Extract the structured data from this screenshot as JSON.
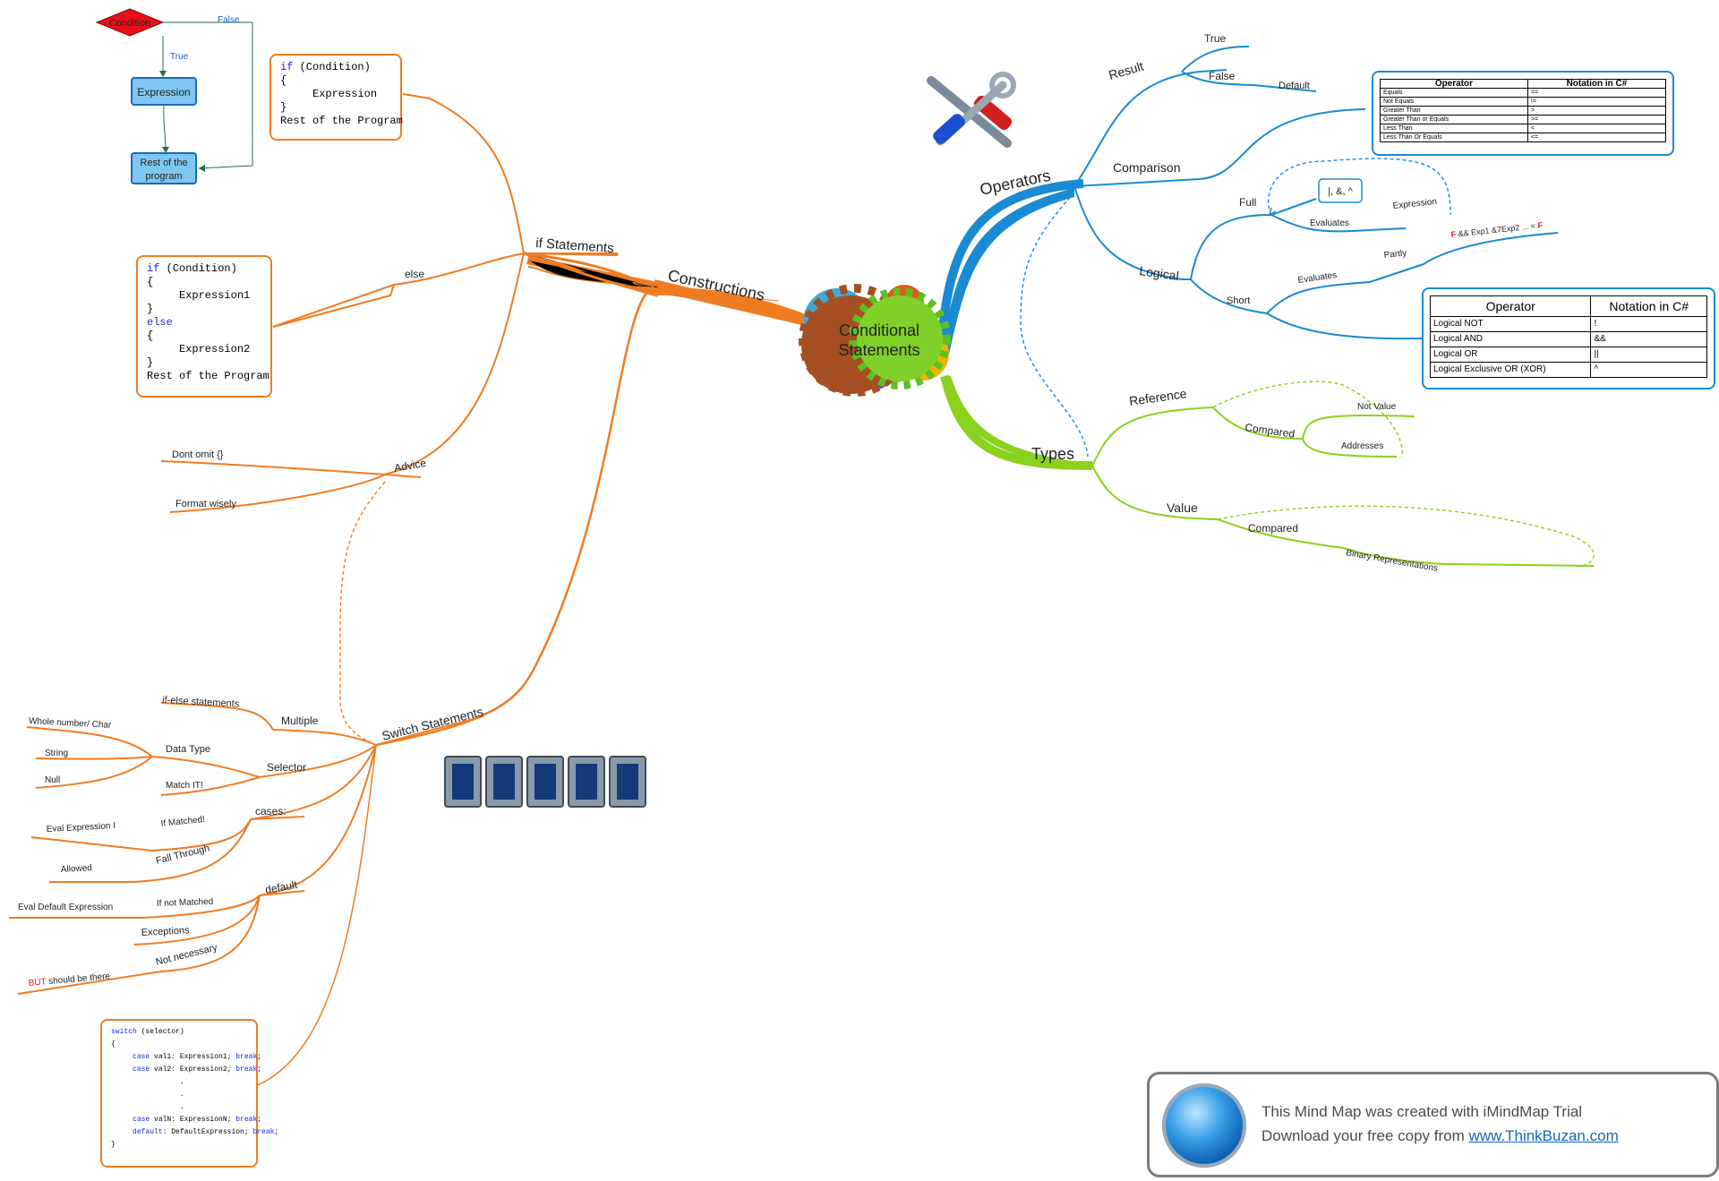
{
  "center": {
    "line1": "Conditional",
    "line2": "Statements"
  },
  "branches": {
    "constructions": "Constructions",
    "if_statements": "if Statements",
    "else": "else",
    "advice": "Advice",
    "advice_items": [
      "Dont omit {}",
      "Format wisely"
    ],
    "switch_statements": "Switch Statements",
    "multiple": "Multiple",
    "if_else_statements": "if-else statements",
    "selector": "Selector",
    "data_type": "Data Type",
    "data_type_items": [
      "Whole number/ Char",
      "String",
      "Null"
    ],
    "match_it": "Match IT!",
    "cases": "cases:",
    "if_matched": "If Matched!",
    "eval_expression": "Eval Expression I",
    "fall_through": "Fall Through",
    "allowed": "Allowed",
    "default": "default",
    "if_not_matched": "If not Matched",
    "eval_default": "Eval Default Expression",
    "exceptions": "Exceptions",
    "not_necessary": "Not necessary",
    "but": "BUT",
    "should_be_there": " should be there",
    "operators": "Operators",
    "result": "Result",
    "true": "True",
    "false": "False",
    "default_result": "Default",
    "comparison": "Comparison",
    "logical": "Logical",
    "full": "Full",
    "full_ops": "|, &, ^",
    "evaluates": "Evaluates",
    "expression": "Expression",
    "short": "Short",
    "partly": "Partly",
    "short_f1": "F",
    "short_expr": " && Exp1 &7Exp2 ... = ",
    "short_f2": "F",
    "types": "Types",
    "reference": "Reference",
    "compared": "Compared",
    "not_value": "Not Value",
    "addresses": "Addresses",
    "value": "Value",
    "binary_representations": "Binary Representations"
  },
  "flowchart": {
    "condition": "Condition",
    "false_label": "False",
    "true_label": "True",
    "expression": "Expression",
    "rest_line1": "Rest of the",
    "rest_line2": "program"
  },
  "code": {
    "if_kw": "if",
    "if_cond": " (Condition)",
    "open": "{",
    "expression": "     Expression",
    "close": "}",
    "rest": "Rest of the Program",
    "else_kw": "else",
    "expression1": "     Expression1",
    "expression2": "     Expression2",
    "switch_kw": "switch",
    "switch_sel": " (selector)",
    "case_kw": "case",
    "val1": " val1: Expression1; ",
    "val2": " val2: Expression2; ",
    "valn": " valN: ExpressionN; ",
    "break_kw": "break",
    "default_kw": "default",
    "default_rest": ": DefaultExpression; ",
    "dot": "."
  },
  "comparison_table": {
    "headers": [
      "Operator",
      "Notation in C#"
    ],
    "rows": [
      [
        "Equals",
        "=="
      ],
      [
        "Not Equals",
        "!="
      ],
      [
        "Greater Than",
        ">"
      ],
      [
        "Greater Than or Equals",
        ">="
      ],
      [
        "Less Than",
        "<"
      ],
      [
        "Less Than Or Equals",
        "<="
      ]
    ]
  },
  "logical_table": {
    "headers": [
      "Operator",
      "Notation in C#"
    ],
    "rows": [
      [
        "Logical NOT",
        "!"
      ],
      [
        "Logical AND",
        "&&"
      ],
      [
        "Logical OR",
        "||"
      ],
      [
        "Logical Exclusive OR (XOR)",
        "^"
      ]
    ]
  },
  "watermark": {
    "line1": "This Mind Map was created with iMindMap Trial",
    "line2_prefix": "Download your free copy from ",
    "link": "www.ThinkBuzan.com"
  },
  "icons": [
    "tools-icon",
    "switch-icon"
  ],
  "colors": {
    "orange": "#f07c22",
    "blue": "#1a8ad3",
    "green": "#8cd11e",
    "red": "#e8101a"
  }
}
